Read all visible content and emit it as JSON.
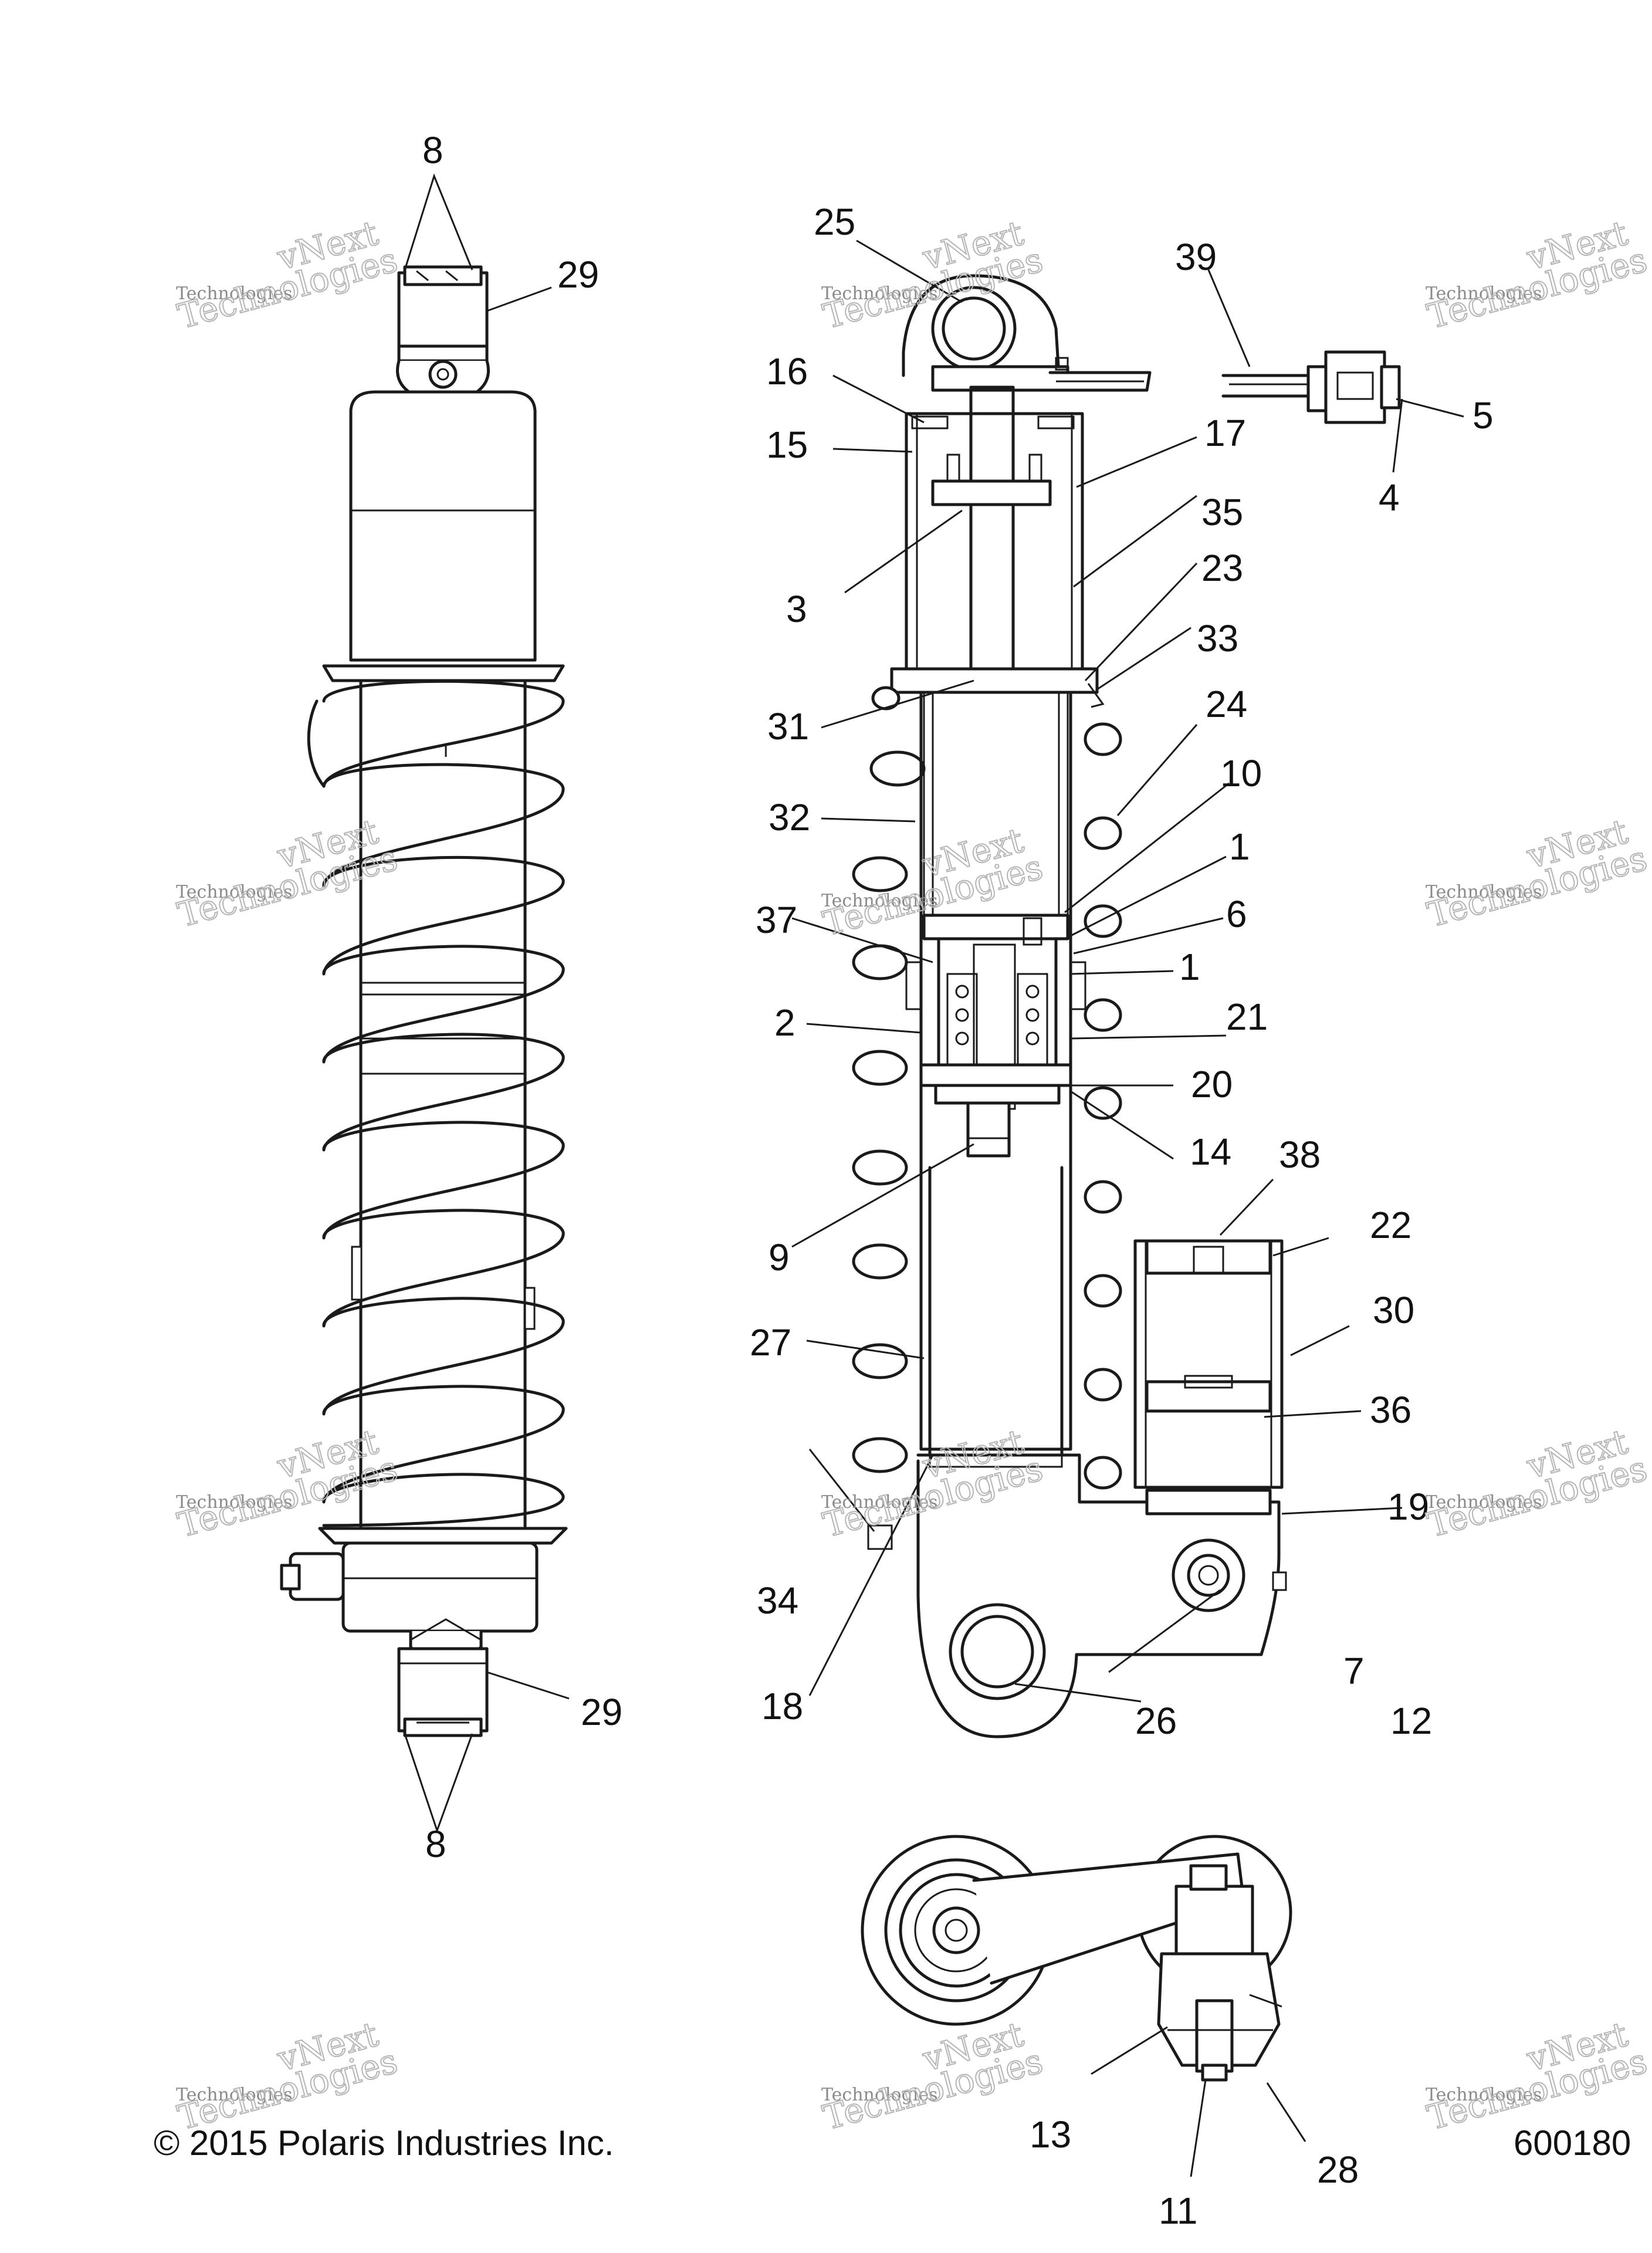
{
  "copyright": "© 2015 Polaris Industries Inc.",
  "drawing_number": "600180",
  "watermark": {
    "line1": "vNext",
    "line2": "Technologies"
  },
  "callouts": [
    "8",
    "29",
    "25",
    "39",
    "16",
    "15",
    "17",
    "5",
    "4",
    "35",
    "3",
    "23",
    "33",
    "31",
    "24",
    "10",
    "32",
    "1",
    "37",
    "6",
    "2",
    "21",
    "20",
    "14",
    "38",
    "22",
    "9",
    "30",
    "27",
    "36",
    "19",
    "34",
    "7",
    "12",
    "18",
    "26",
    "13",
    "28",
    "11"
  ],
  "colors": {
    "line": "#1a1a1a",
    "background": "#ffffff",
    "watermark": "#8a8a8a"
  }
}
